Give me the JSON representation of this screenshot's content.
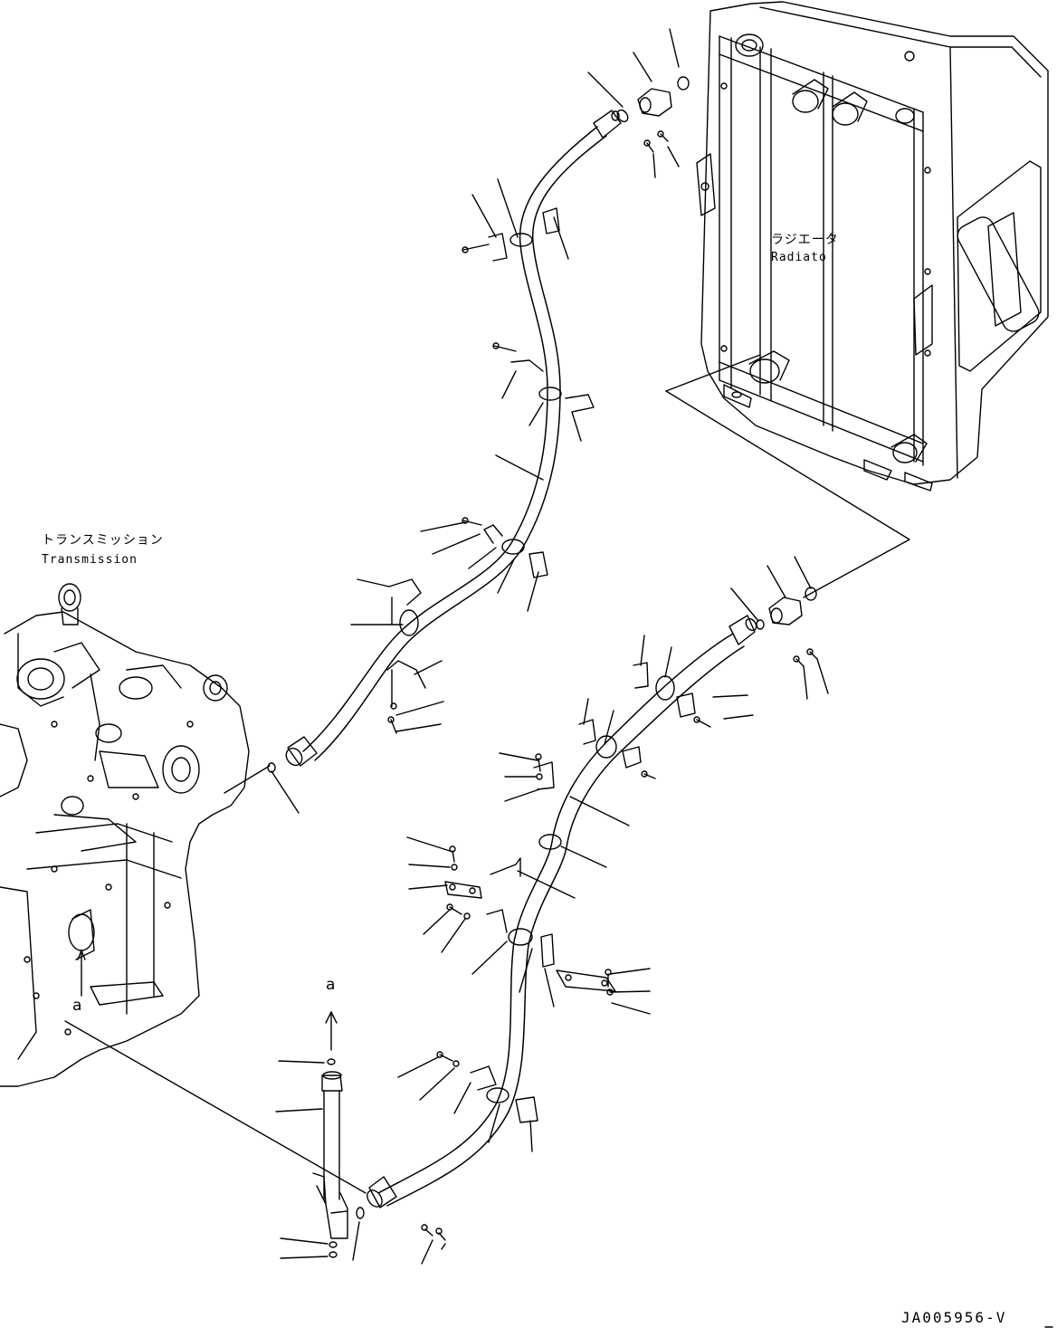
{
  "labels": {
    "radiator_jp": "ラジエータ",
    "radiator_en": "Radiato",
    "transmission_jp": "トランスミッション",
    "transmission_en": "Transmission",
    "view_a_top": "a",
    "view_a_bottom": "a",
    "drawing_code": "JA005956-V"
  }
}
